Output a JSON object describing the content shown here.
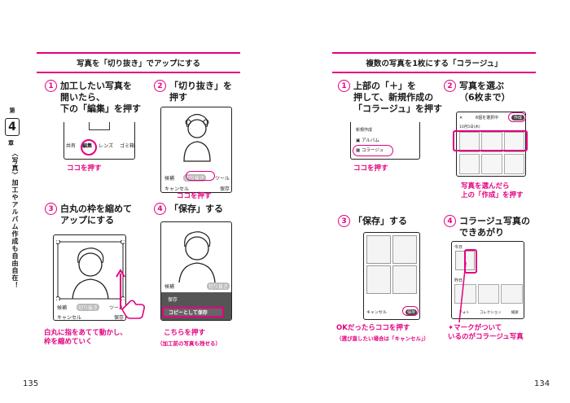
{
  "left_page": {
    "title": "写真を「切り抜き」でアップにする",
    "steps": [
      {
        "num": "1",
        "text": "加工したい写真を\n開いたら、\n下の「編集」を押す"
      },
      {
        "num": "2",
        "text": "「切り抜き」を\n押す"
      },
      {
        "num": "3",
        "text": "白丸の枠を縮めて\nアップにする"
      },
      {
        "num": "4",
        "text": "「保存」する"
      }
    ],
    "notes": {
      "step1": "ココを押す",
      "step2": "ココを押す",
      "step3": "白丸に指をあてて動かし、\n枠を縮めていく",
      "step4": "こちらを押す",
      "step4_sub": "（加工前の写真も残せる）"
    },
    "ui": {
      "share": "共有",
      "edit": "編集",
      "lens": "レンズ",
      "trash": "ゴミ箱",
      "suggest": "候補",
      "crop": "切り抜き",
      "tools": "ツール",
      "cancel": "キャンセル",
      "save": "保存",
      "save_copy": "コピーとして保存"
    },
    "page_number": "135"
  },
  "right_page": {
    "title": "複数の写真を1枚にする「コラージュ」",
    "steps": [
      {
        "num": "1",
        "text": "上部の「＋」を\n押して、新規作成の\n「コラージュ」を押す"
      },
      {
        "num": "2",
        "text": "写真を選ぶ\n（6枚まで）"
      },
      {
        "num": "3",
        "text": "「保存」する"
      },
      {
        "num": "4",
        "text": "コラージュ写真の\nできあがり"
      }
    ],
    "notes": {
      "step1": "ココを押す",
      "step2": "写真を選んだら\n上の「作成」を押す",
      "step3": "OKだったらココを押す",
      "step3_sub": "（選び直したい場合は「キャンセル」）",
      "step4": "マークがついて\nいるのがコラージュ写真"
    },
    "ui": {
      "new_create": "新規作成",
      "album": "アルバム",
      "collage": "コラージュ",
      "select_count": "6個を選択中",
      "create": "作成",
      "cancel": "キャンセル",
      "save": "保存",
      "today": "今日",
      "yesterday": "昨日",
      "photos": "フォト",
      "collection": "コレクション",
      "search": "検索",
      "date_label": "10月5日(木)"
    },
    "page_number": "134"
  },
  "margin": {
    "chapter_label": "第",
    "chapter_num": "4",
    "chapter_suffix": "章",
    "vertical_title": "〈写真〉加工やアルバム作成も自由自在！"
  },
  "colors": {
    "accent": "#e4007f"
  }
}
